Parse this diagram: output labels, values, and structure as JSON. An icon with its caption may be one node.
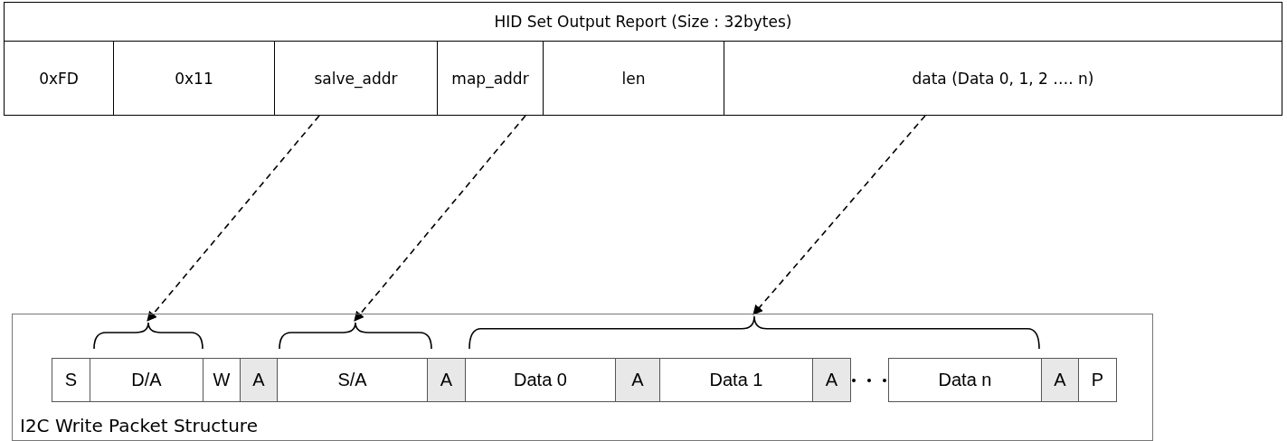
{
  "diagram": {
    "nodes": [
      {
        "text": [
          "HID Set Output Report (Size : 32bytes)"
        ]
      },
      {
        "text": [
          "0xFD"
        ]
      },
      {
        "text": [
          "0x11"
        ]
      },
      {
        "text": [
          "salve_addr"
        ]
      },
      {
        "text": [
          "map_addr"
        ]
      },
      {
        "text": [
          "len"
        ]
      },
      {
        "text": [
          "data (Data 0, 1, 2 …. n)"
        ]
      },
      {
        "text": [
          "I2C Write Packet Structure"
        ]
      },
      {
        "text": [],
        "shape": "brace",
        "in": 7
      },
      {
        "text": [],
        "shape": "brace",
        "in": 7
      },
      {
        "text": [],
        "shape": "brace",
        "in": 7
      },
      {
        "text": [
          "S"
        ],
        "in": 7
      },
      {
        "text": [
          "D/A"
        ],
        "in": 7
      },
      {
        "text": [
          "W"
        ],
        "in": 7
      },
      {
        "text": [
          "A"
        ],
        "in": 7
      },
      {
        "text": [
          "S/A"
        ],
        "in": 7
      },
      {
        "text": [
          "A"
        ],
        "in": 7
      },
      {
        "text": [
          "Data 0"
        ],
        "in": 7
      },
      {
        "text": [
          "A"
        ],
        "in": 7
      },
      {
        "text": [
          "Data 1"
        ],
        "in": 7
      },
      {
        "text": [
          "A"
        ],
        "in": 7
      },
      {
        "text": [
          "Data n"
        ],
        "in": 7
      },
      {
        "text": [
          "A"
        ],
        "in": 7
      },
      {
        "text": [
          "P"
        ],
        "in": 7
      }
    ],
    "edges": [
      {
        "from": 3,
        "to": 8,
        "arrow": "to",
        "style": "dashed"
      },
      {
        "from": 4,
        "to": 9,
        "arrow": "to",
        "style": "dashed"
      },
      {
        "from": 6,
        "to": 10,
        "arrow": "to",
        "style": "dashed"
      }
    ]
  }
}
